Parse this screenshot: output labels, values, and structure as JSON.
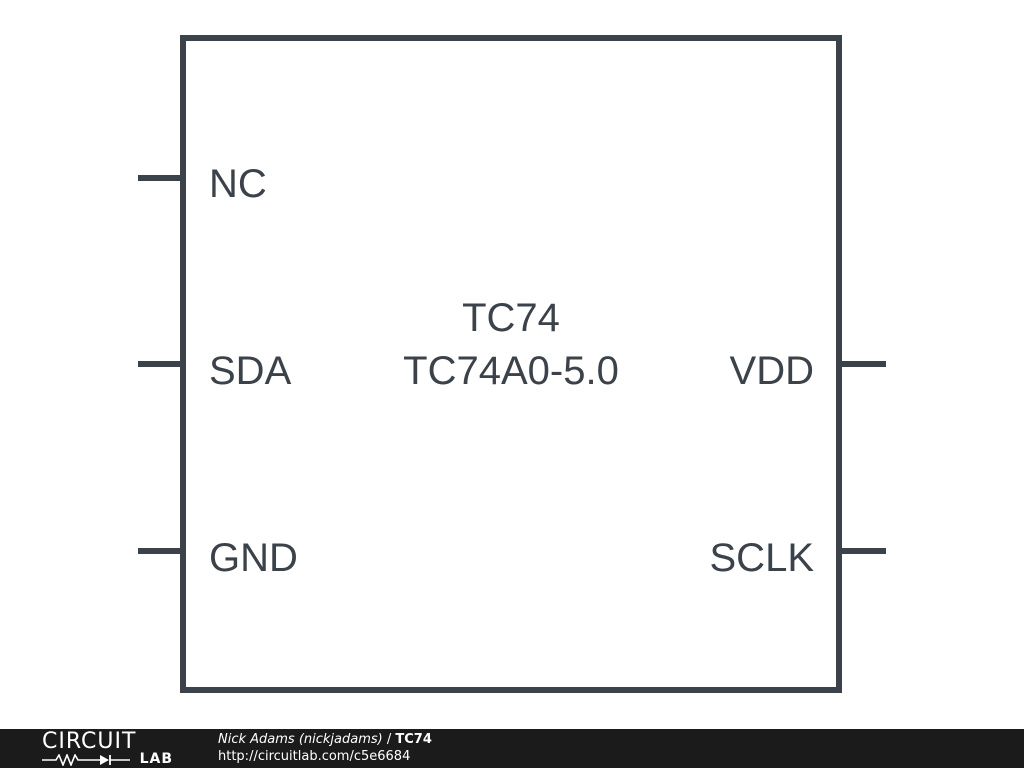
{
  "schematic": {
    "part_name": "TC74",
    "part_value": "TC74A0-5.0",
    "pins": {
      "left": [
        "NC",
        "SDA",
        "GND"
      ],
      "right": [
        "VDD",
        "SCLK"
      ]
    },
    "stroke_color": "#3b4249"
  },
  "footer": {
    "logo_top": "CIRCUIT",
    "logo_bottom": "LAB",
    "author": "Nick Adams (nickjadams)",
    "separator": " / ",
    "title": "TC74",
    "url": "http://circuitlab.com/c5e6684",
    "background": "#1b1b1b"
  }
}
